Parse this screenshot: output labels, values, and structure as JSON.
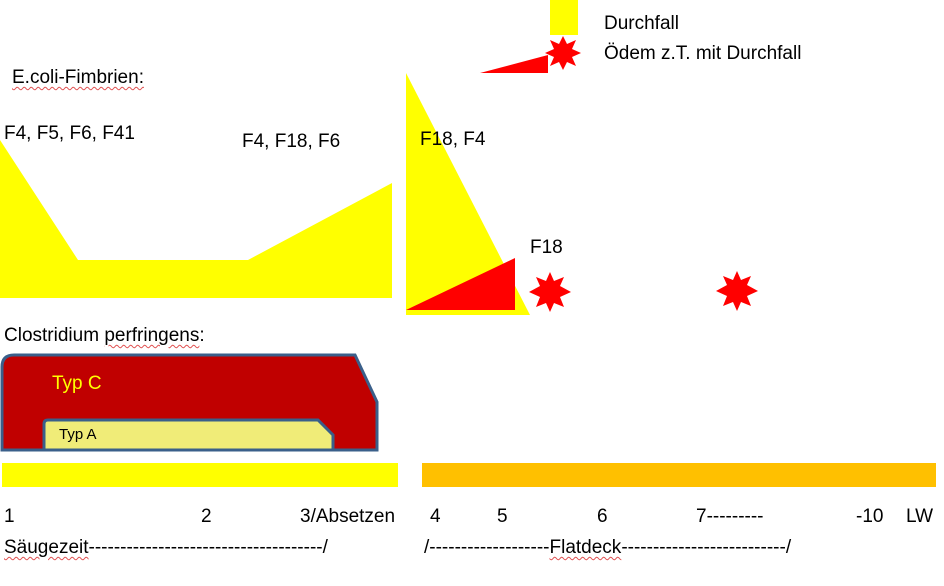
{
  "colors": {
    "yellow": "#FFFF00",
    "red": "#FF0000",
    "dark_red": "#C00000",
    "light_yellow": "#F0EC78",
    "orange": "#FFC000",
    "border": "#3A5F8A"
  },
  "legend": {
    "diarrhea": "Durchfall",
    "edema": "Ödem z.T. mit Durchfall"
  },
  "ecoli": {
    "heading": "E.coli-Fimbrien:",
    "label_1": "F4, F5, F6, F41",
    "label_2": "F4, F18, F6",
    "label_3": "F18, F4",
    "label_4": "F18"
  },
  "clostridium": {
    "heading_1": "Clostridium ",
    "heading_2": "perfringens",
    "heading_3": ":",
    "type_c": "Typ C",
    "type_a": "Typ A"
  },
  "timeline": {
    "ticks": [
      "1",
      "2",
      "3/Absetzen",
      "4",
      "5",
      "6",
      "7---------",
      "-10",
      "LW"
    ],
    "phase_1": "Säugezeit",
    "phase_1_dashes": "-------------------------------------/",
    "phase_2_start": "/-------------------",
    "phase_2": "Flatdeck",
    "phase_2_end": "--------------------------/"
  }
}
